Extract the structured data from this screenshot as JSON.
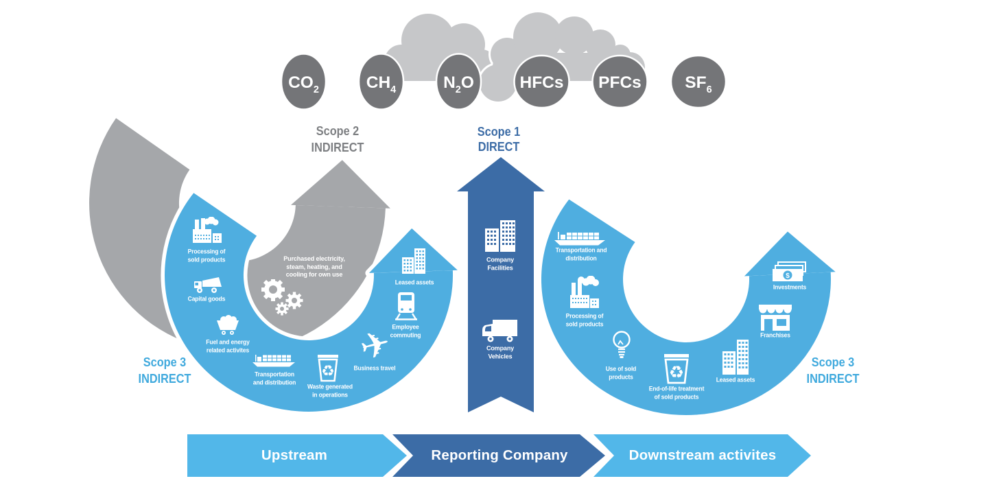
{
  "colors": {
    "light_blue": "#4FAEE0",
    "bar_blue": "#52B7E9",
    "dark_blue": "#3C6CA6",
    "arc_gray": "#A5A7AA",
    "circle_gray": "#747578",
    "cloud_gray": "#C6C7C9",
    "scope2_text": "#7D7F82",
    "scope3_text": "#3FA9DD"
  },
  "gases": [
    {
      "pre": "CO",
      "sub": "2",
      "post": ""
    },
    {
      "pre": "CH",
      "sub": "4",
      "post": ""
    },
    {
      "pre": "N",
      "sub": "2",
      "post": "O"
    },
    {
      "pre": "HFCs",
      "sub": "",
      "post": ""
    },
    {
      "pre": "PFCs",
      "sub": "",
      "post": ""
    },
    {
      "pre": "SF",
      "sub": "6",
      "post": ""
    }
  ],
  "headers": {
    "scope2": {
      "title": "Scope 2",
      "subtitle": "INDIRECT"
    },
    "scope1": {
      "title": "Scope 1",
      "subtitle": "DIRECT"
    },
    "scope3_left": {
      "title": "Scope 3",
      "subtitle": "INDIRECT"
    },
    "scope3_right": {
      "title": "Scope 3",
      "subtitle": "INDIRECT"
    }
  },
  "scope2_arc": {
    "label": "Purchased electricity,\nsteam, heating, and\ncooling for own use"
  },
  "scope1_arrow": {
    "items": [
      {
        "label": "Company\nFacilities"
      },
      {
        "label": "Company\nVehicles"
      }
    ]
  },
  "upstream_arc": {
    "items": [
      {
        "label": "Processing of\nsold products"
      },
      {
        "label": "Capital goods"
      },
      {
        "label": "Fuel and energy\nrelated activites"
      },
      {
        "label": "Transportation\nand distribution"
      },
      {
        "label": "Waste generated\nin operations"
      },
      {
        "label": "Business travel"
      },
      {
        "label": "Employee\ncommuting"
      },
      {
        "label": "Leased assets"
      }
    ]
  },
  "downstream_arc": {
    "items": [
      {
        "label": "Transportation and\ndistribution"
      },
      {
        "label": "Processing of\nsold products"
      },
      {
        "label": "Use of sold\nproducts"
      },
      {
        "label": "End-of-life treatment\nof sold products"
      },
      {
        "label": "Leased assets"
      },
      {
        "label": "Franchises"
      },
      {
        "label": "Investments"
      }
    ]
  },
  "banner": {
    "items": [
      {
        "label": "Upstream"
      },
      {
        "label": "Reporting Company"
      },
      {
        "label": "Downstream activites"
      }
    ]
  }
}
